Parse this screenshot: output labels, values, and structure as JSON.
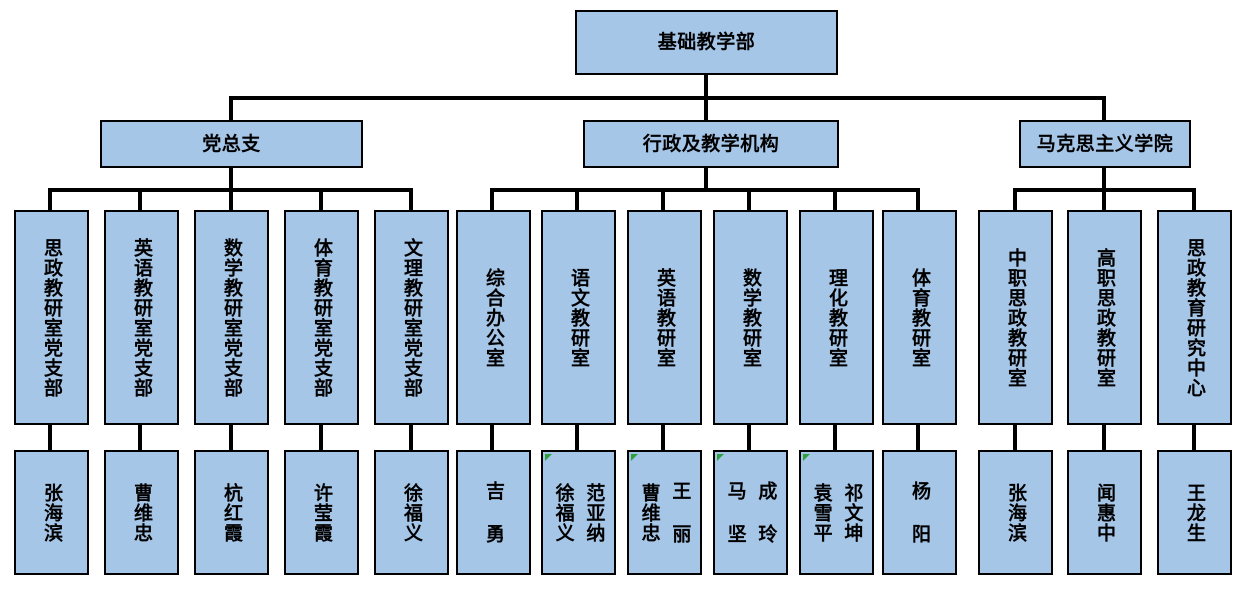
{
  "diagram": {
    "type": "organizational-chart",
    "title": "基础教学部",
    "colors": {
      "node_fill": "#a6c6e8",
      "node_border": "#000000",
      "connector": "#000000",
      "flag": "#2e9f3f",
      "background": "#ffffff"
    },
    "root": {
      "label": "基础教学部"
    },
    "branches": [
      {
        "id": "party",
        "label": "党总支",
        "children": [
          {
            "dept": "思政教研室党支部",
            "names": [
              "张海滨"
            ],
            "flag": false
          },
          {
            "dept": "英语教研室党支部",
            "names": [
              "曹维忠"
            ],
            "flag": false
          },
          {
            "dept": "数学教研室党支部",
            "names": [
              "杭红霞"
            ],
            "flag": false
          },
          {
            "dept": "体育教研室党支部",
            "names": [
              "许莹霞"
            ],
            "flag": false
          },
          {
            "dept": "文理教研室党支部",
            "names": [
              "徐福义"
            ],
            "flag": false
          }
        ]
      },
      {
        "id": "admin",
        "label": "行政及教学机构",
        "children": [
          {
            "dept": "综合办公室",
            "names": [
              "吉 勇"
            ],
            "flag": false
          },
          {
            "dept": "语文教研室",
            "names": [
              "徐福义",
              "范亚纳"
            ],
            "flag": true
          },
          {
            "dept": "英语教研室",
            "names": [
              "曹维忠",
              "王 丽"
            ],
            "flag": true
          },
          {
            "dept": "数学教研室",
            "names": [
              "马 坚",
              "成 玲"
            ],
            "flag": true
          },
          {
            "dept": "理化教研室",
            "names": [
              "袁雪平",
              "祁文坤"
            ],
            "flag": true
          },
          {
            "dept": "体育教研室",
            "names": [
              "杨 阳"
            ],
            "flag": false
          }
        ]
      },
      {
        "id": "marxism",
        "label": "马克思主义学院",
        "children": [
          {
            "dept": "中职思政教研室",
            "names": [
              "张海滨"
            ],
            "flag": false
          },
          {
            "dept": "高职思政教研室",
            "names": [
              "闻惠中"
            ],
            "flag": false
          },
          {
            "dept": "思政教育研究中心",
            "names": [
              "王龙生"
            ],
            "flag": false
          }
        ]
      }
    ]
  }
}
